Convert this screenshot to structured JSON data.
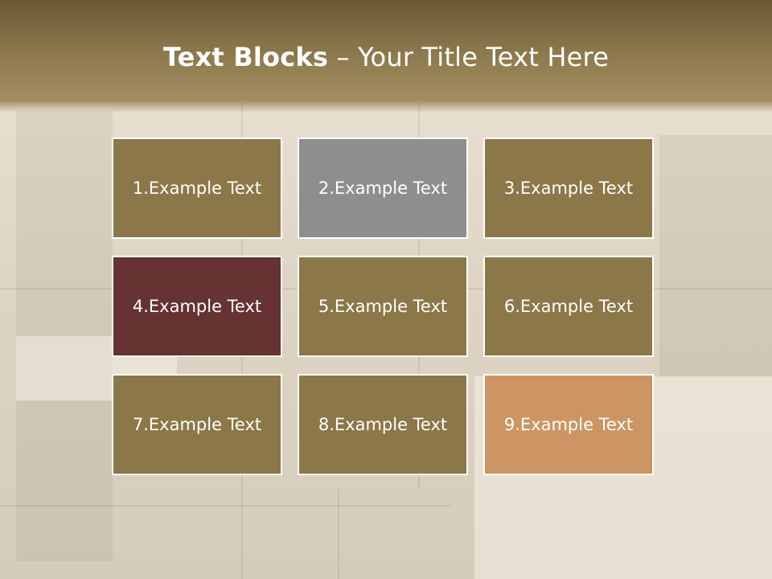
{
  "slide": {
    "title_bold": "Text Blocks",
    "title_separator": " – ",
    "title_rest": "Your Title Text Here"
  },
  "blocks": [
    {
      "label": "1.Example Text",
      "color": "#8c7748"
    },
    {
      "label": "2.Example Text",
      "color": "#8e8e8e"
    },
    {
      "label": "3.Example Text",
      "color": "#8c7748"
    },
    {
      "label": "4.Example Text",
      "color": "#663232"
    },
    {
      "label": "5.Example Text",
      "color": "#8c7748"
    },
    {
      "label": "6.Example Text",
      "color": "#8c7748"
    },
    {
      "label": "7.Example Text",
      "color": "#8c7748"
    },
    {
      "label": "8.Example Text",
      "color": "#8c7748"
    },
    {
      "label": "9.Example Text",
      "color": "#cc9563"
    }
  ]
}
